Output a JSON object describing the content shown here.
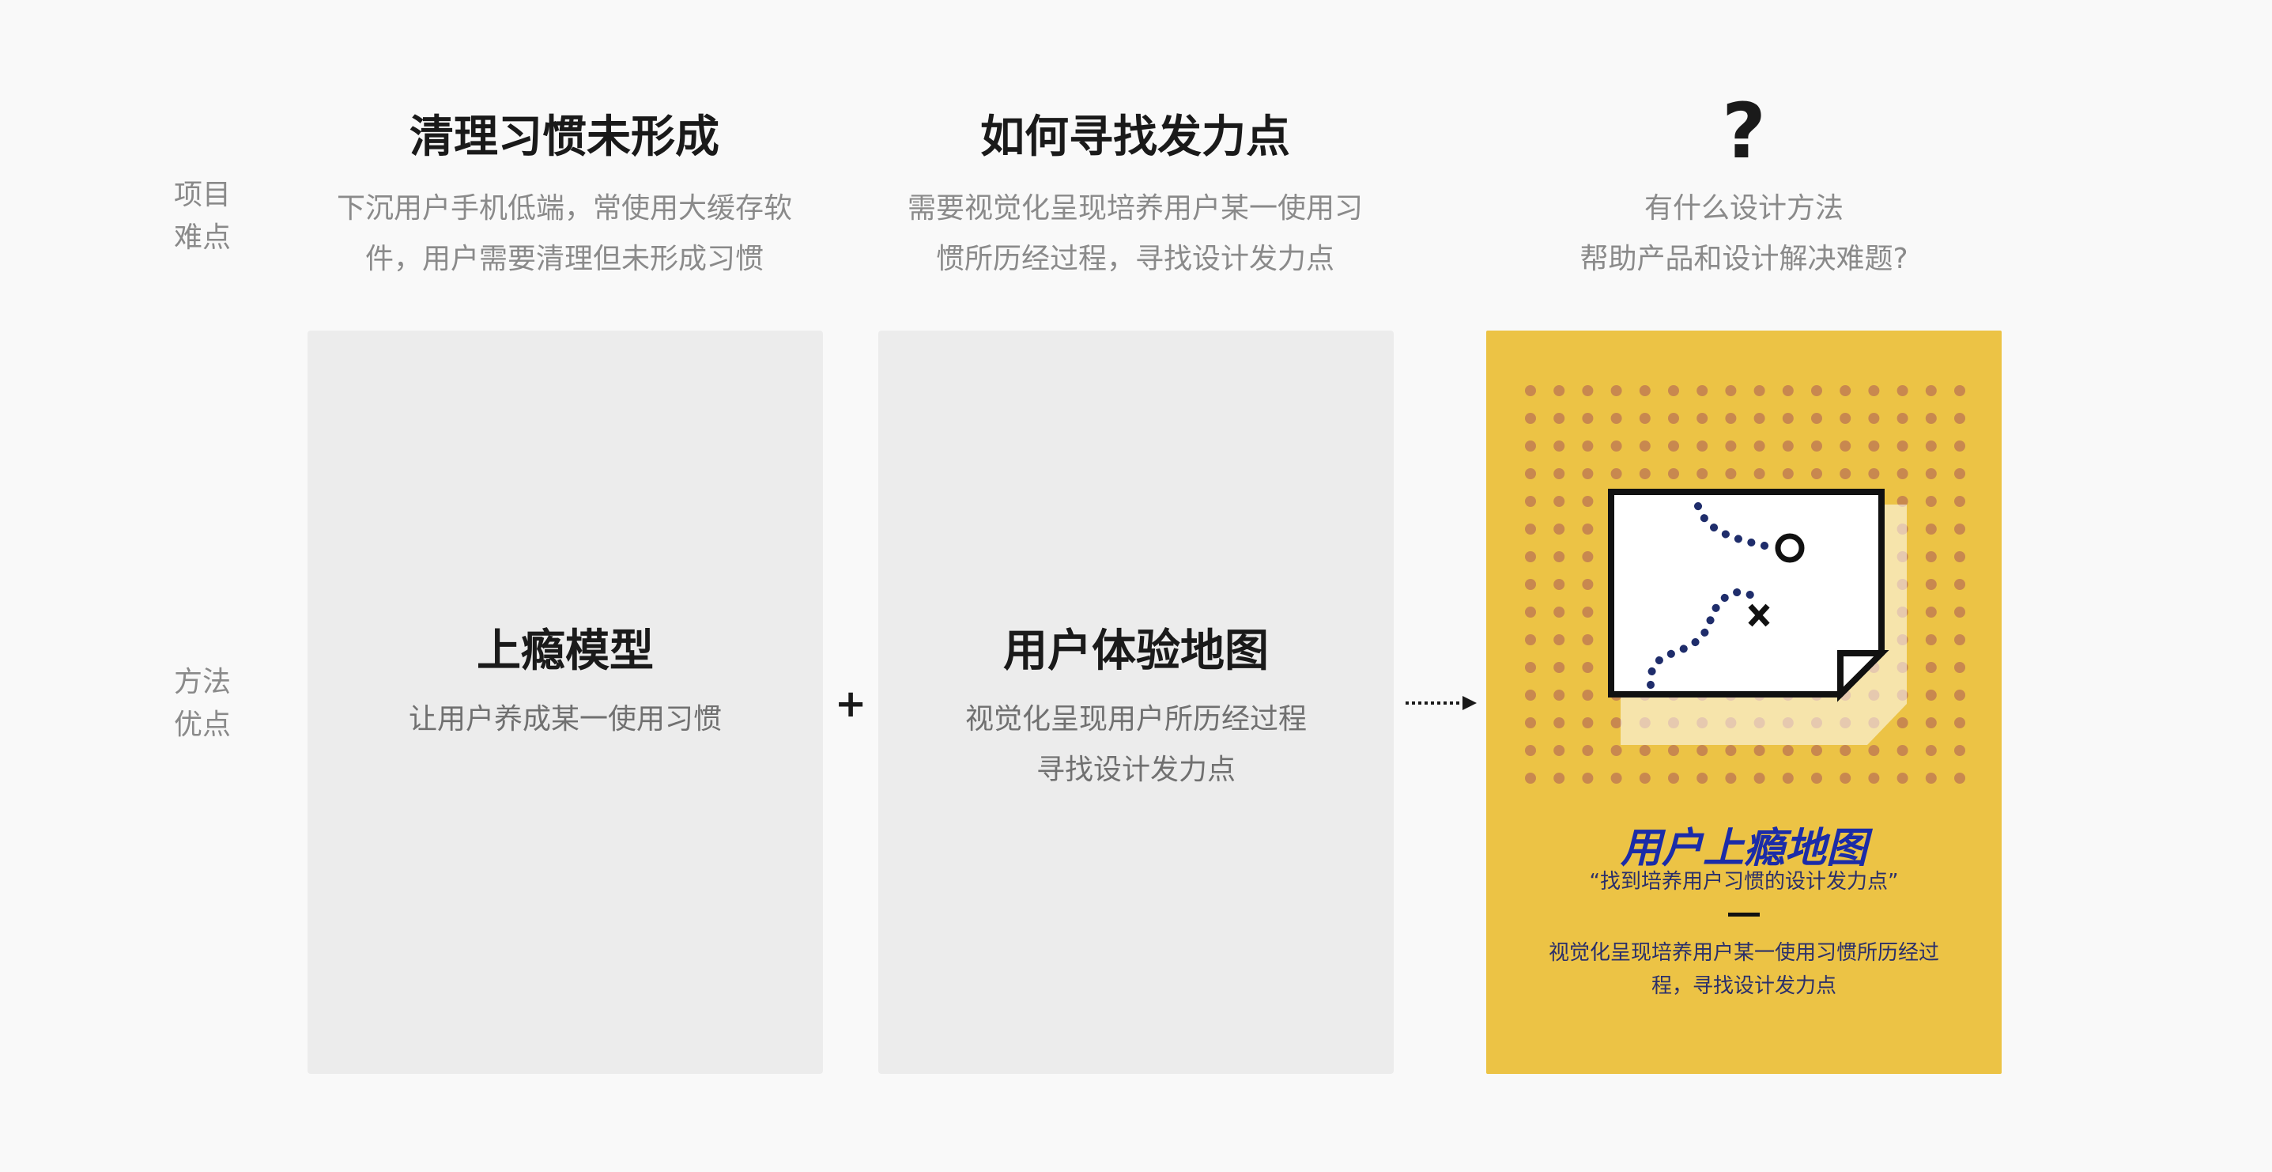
{
  "side_labels": {
    "difficulty": [
      "项目",
      "难点"
    ],
    "method": [
      "方法",
      "优点"
    ]
  },
  "columns": [
    {
      "title": "清理习惯未形成",
      "desc": [
        "下沉用户手机低端，常使用大缓存软",
        "件，用户需要清理但未形成习惯"
      ],
      "card_title": "上瘾模型",
      "card_desc": [
        "让用户养成某一使用习惯"
      ]
    },
    {
      "title": "如何寻找发力点",
      "desc": [
        "需要视觉化呈现培养用户某一使用习",
        "惯所历经过程，寻找设计发力点"
      ],
      "card_title": "用户体验地图",
      "card_desc": [
        "视觉化呈现用户所历经过程",
        "寻找设计发力点"
      ]
    },
    {
      "title": "?",
      "desc": [
        "有什么设计方法",
        "帮助产品和设计解决难题?"
      ]
    }
  ],
  "operator_plus": "+",
  "highlight": {
    "title": "用户上瘾地图",
    "quote": "“找到培养用户习惯的设计发力点”",
    "desc": [
      "视觉化呈现培养用户某一使用习惯所历经过",
      "程，寻找设计发力点"
    ]
  },
  "colors": {
    "highlight_bg": "#ecc345",
    "dot_color": "#c8884f",
    "title_blue": "#1b2ca8",
    "card_gray": "#ececec"
  },
  "icons": [
    "treasure-map-icon",
    "dotted-arrow-icon"
  ]
}
